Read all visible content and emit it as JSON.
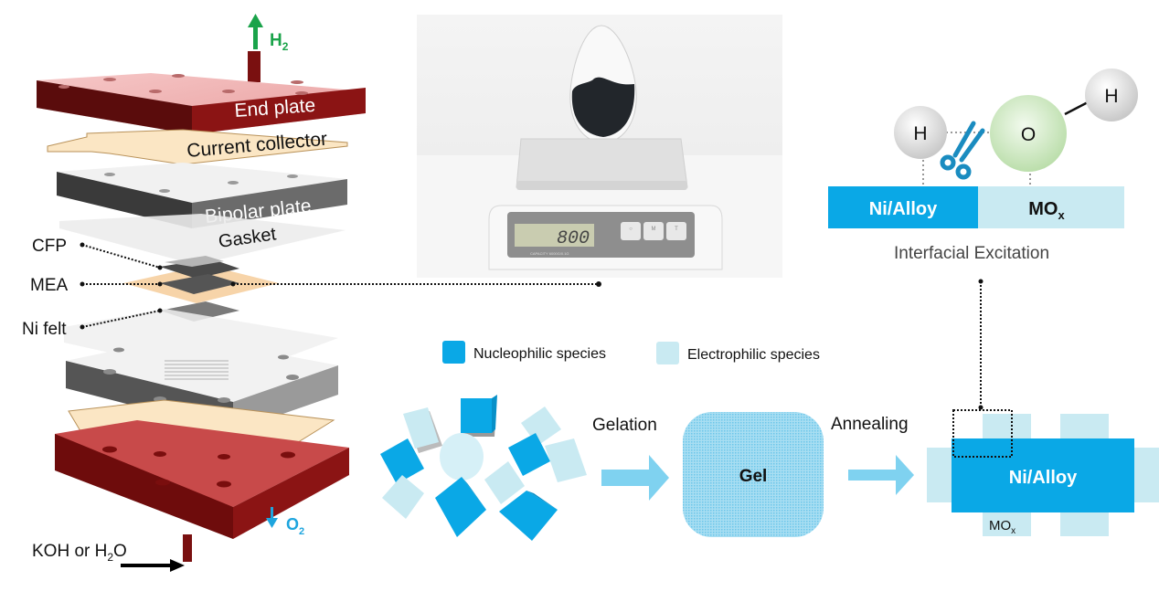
{
  "figure": {
    "stack": {
      "gas_out_top": {
        "text": "H",
        "sub": "2",
        "color": "#1aa34a"
      },
      "gas_out_bottom": {
        "text": "O",
        "sub": "2",
        "color": "#1ea5de"
      },
      "inlet": {
        "text_pre": "KOH or H",
        "sub": "2",
        "text_post": "O"
      },
      "layers": {
        "end_plate": "End plate",
        "current_collector": "Current collector",
        "bipolar_plate": "Bipolar plate",
        "gasket": "Gasket"
      },
      "callouts": {
        "cfp": "CFP",
        "mea": "MEA",
        "ni_felt": "Ni felt"
      },
      "colors": {
        "end_plate_top": "#f2b8b8",
        "end_plate_side": "#8b1414",
        "current_collector": "#fbe6c4",
        "bipolar_plate_side": "#6b6b6b",
        "gasket": "#ececec"
      }
    },
    "photo": {
      "scale_display": "800",
      "scale_caption": "CAPACITY 6000G/0.1G",
      "buttons": [
        {
          "icon": "power-icon",
          "label": "开/关"
        },
        {
          "icon": "mode-icon",
          "label": "M"
        },
        {
          "icon": "tare-icon",
          "label": "T"
        }
      ]
    },
    "mechanism": {
      "atoms": {
        "h_left": "H",
        "o": "O",
        "h_right": "H"
      },
      "substrate": {
        "left": "Ni/Alloy",
        "right_main": "MO",
        "right_sub": "x"
      },
      "caption": "Interfacial Excitation",
      "colors": {
        "nucleophilic": "#0aa8e6",
        "electrophilic": "#c9eaf2",
        "oxygen": "#cfe8c4",
        "scissors": "#1a8cc0"
      }
    },
    "legend": [
      {
        "label": "Nucleophilic species",
        "color": "#0aa8e6"
      },
      {
        "label": "Electrophilic species",
        "color": "#c9eaf2"
      }
    ],
    "process": {
      "step1": "Gelation",
      "gel_label": "Gel",
      "step2": "Annealing",
      "product_label": "Ni/Alloy",
      "product_oxide_main": "MO",
      "product_oxide_sub": "x",
      "arrow_color": "#7fd2f0"
    }
  }
}
